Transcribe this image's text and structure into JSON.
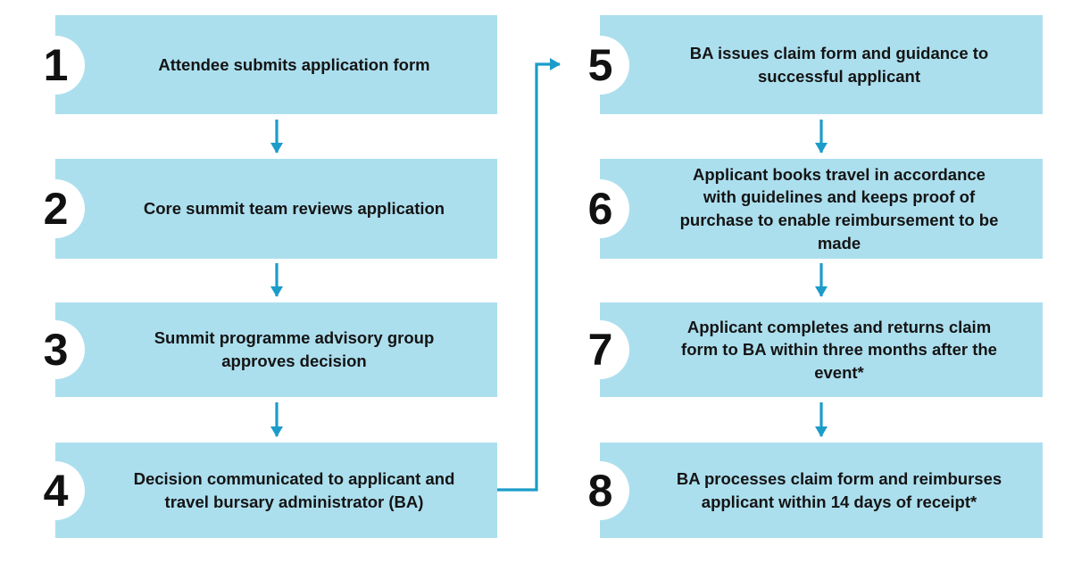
{
  "colors": {
    "box_fill": "#ACDFEE",
    "arrow": "#1B9CC9",
    "circle_fill": "#FFFFFF",
    "label_text": "#141414",
    "number_text": "#111111",
    "background": "#FFFFFF"
  },
  "steps": [
    {
      "number": "1",
      "label": "Attendee submits application form"
    },
    {
      "number": "2",
      "label": "Core summit team reviews application"
    },
    {
      "number": "3",
      "label": "Summit programme advisory group approves decision"
    },
    {
      "number": "4",
      "label": "Decision communicated to applicant and travel bursary administrator (BA)"
    },
    {
      "number": "5",
      "label": "BA issues claim form and guidance to successful applicant"
    },
    {
      "number": "6",
      "label": "Applicant books travel in accordance with guidelines and keeps proof of purchase to enable reimbursement to be made"
    },
    {
      "number": "7",
      "label": "Applicant completes and returns claim form to BA within three months after the event*"
    },
    {
      "number": "8",
      "label": "BA processes claim form and reimburses applicant within 14 days of receipt*"
    }
  ]
}
